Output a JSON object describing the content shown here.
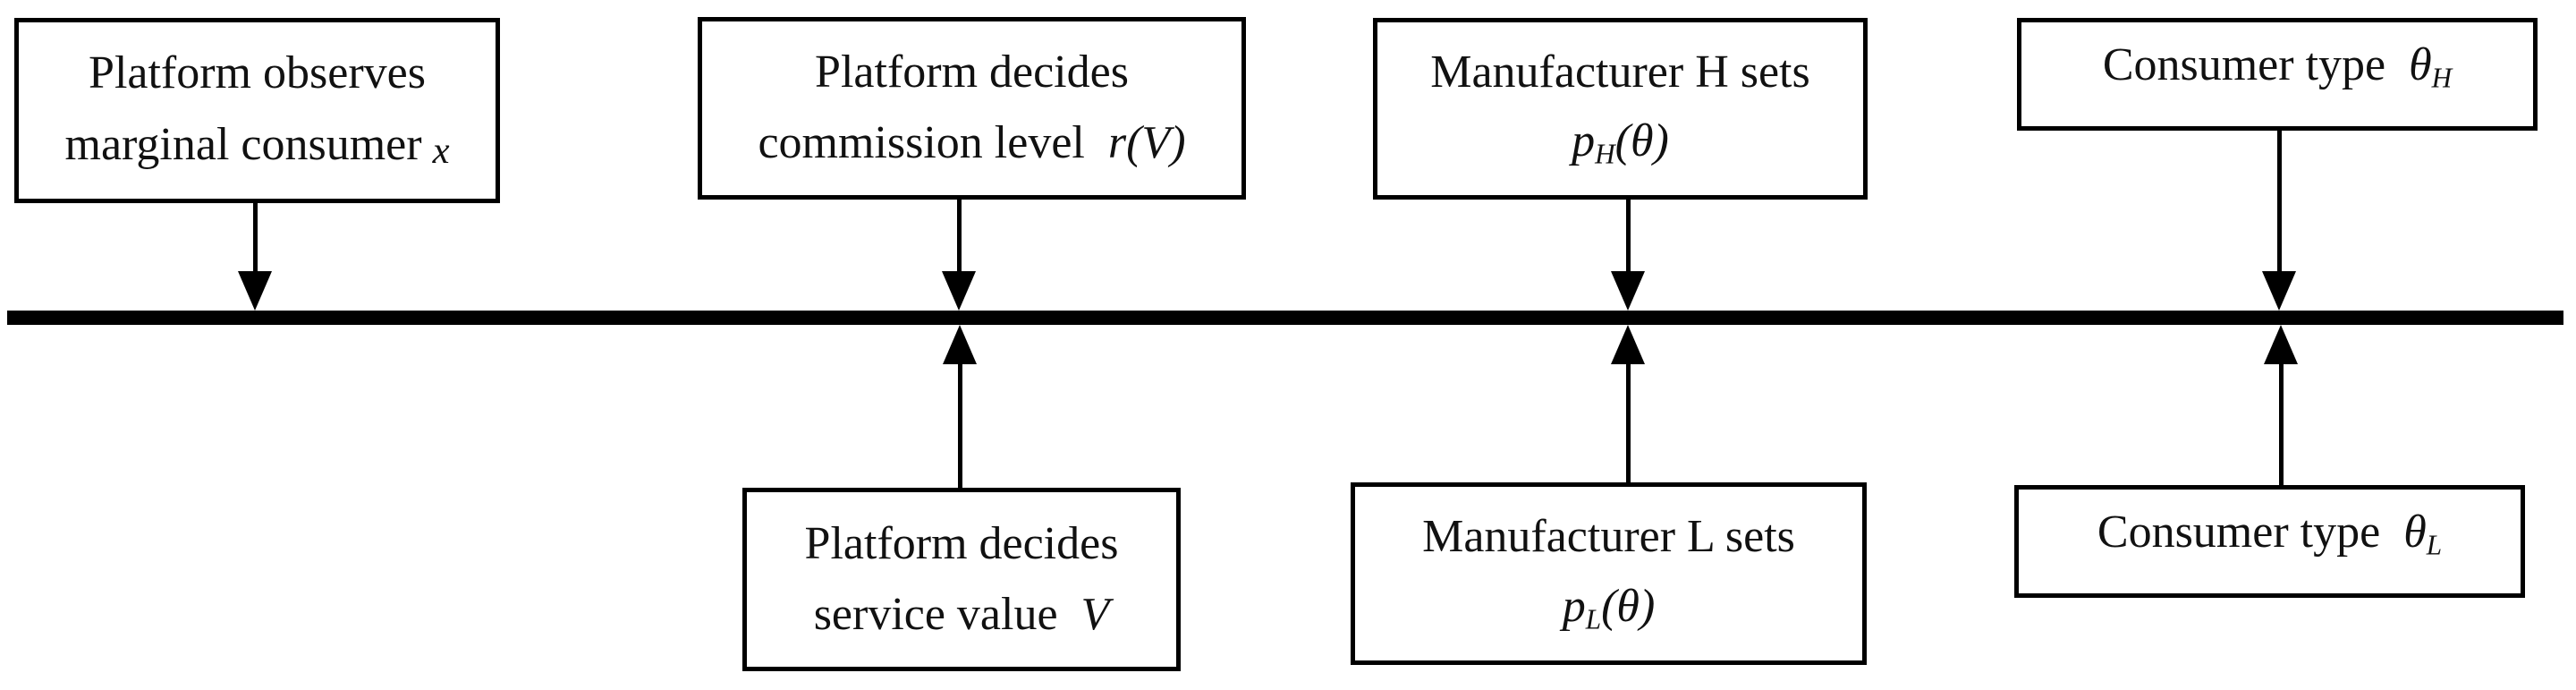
{
  "figure": {
    "description": "Game timeline diagram: platform, manufacturers and consumers decision sequence",
    "colors": {
      "line": "#000000",
      "background": "#ffffff",
      "text": "#111111"
    },
    "boxes": {
      "platform_observes": {
        "line1": "Platform observes",
        "line2": "marginal consumer",
        "math": "x"
      },
      "commission_level": {
        "line1": "Platform decides",
        "line2": "commission level",
        "math": "r(V)"
      },
      "manufacturer_h": {
        "line1": "Manufacturer H sets",
        "math_base": "p",
        "math_sub": "H",
        "math_tail": "(θ)"
      },
      "consumer_type_h": {
        "line1": "Consumer type",
        "math_base": "θ",
        "math_sub": "H"
      },
      "service_value": {
        "line1": "Platform decides",
        "line2": "service value",
        "math": "V"
      },
      "manufacturer_l": {
        "line1": "Manufacturer L sets",
        "math_base": "p",
        "math_sub": "L",
        "math_tail": "(θ)"
      },
      "consumer_type_l": {
        "line1": "Consumer type",
        "math_base": "θ",
        "math_sub": "L"
      }
    }
  }
}
